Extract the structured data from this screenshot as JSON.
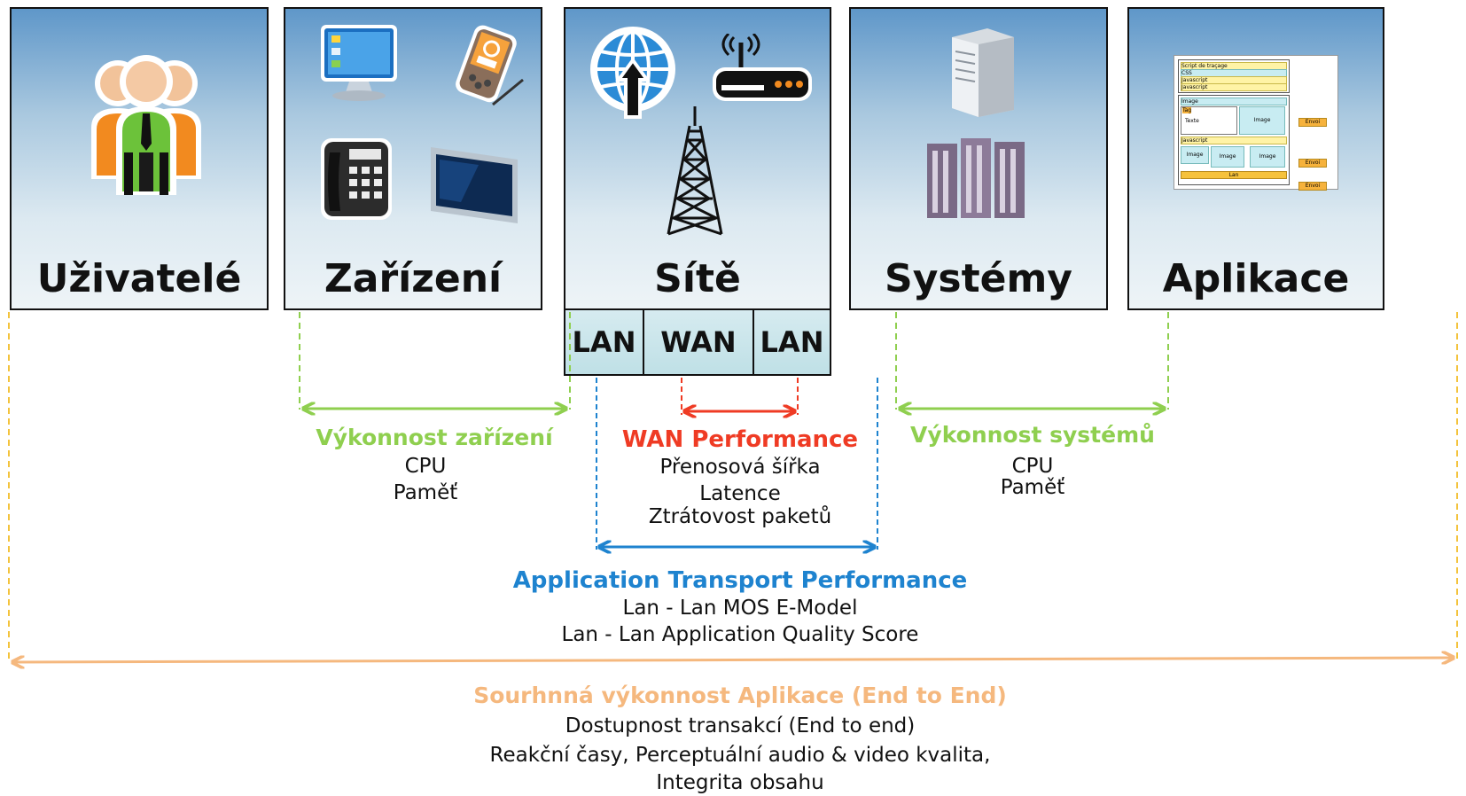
{
  "columns": {
    "users": {
      "label": "Uživatelé"
    },
    "devices": {
      "label": "Zařízení"
    },
    "networks": {
      "label": "Sítě",
      "segments": [
        "LAN",
        "WAN",
        "LAN"
      ]
    },
    "systems": {
      "label": "Systémy"
    },
    "applications": {
      "label": "Aplikace"
    }
  },
  "app_mockup": {
    "script_rows": [
      "Script de traçage",
      "CSS",
      "Javascript",
      "Javascript"
    ],
    "image_label": "Image",
    "text_label": "Texte",
    "javascript_label": "Javascript",
    "tag_label": "Tag",
    "lan_label": "Lan",
    "send_label": "Envoi"
  },
  "device_performance": {
    "title": "Výkonnost zařízení",
    "metrics": [
      "CPU",
      "Paměť"
    ]
  },
  "wan_performance": {
    "title": "WAN Performance",
    "metrics": [
      "Přenosová šířka",
      "Latence",
      "Ztrátovost paketů"
    ]
  },
  "system_performance": {
    "title": "Výkonnost systémů",
    "metrics": [
      "CPU",
      "Paměť"
    ]
  },
  "transport_performance": {
    "title": "Application Transport Performance",
    "metrics": [
      "Lan - Lan MOS E-Model",
      "Lan - Lan Application Quality Score"
    ]
  },
  "e2e_performance": {
    "title": "Sourhnná výkonnost Aplikace (End to End)",
    "metrics": [
      "Dostupnost transakcí (End to end)",
      "Reakční časy, Perceptuální audio & video kvalita,",
      "Integrita obsahu"
    ]
  },
  "colors": {
    "device": "#8fcf4f",
    "wan": "#ef3b24",
    "transport": "#1e83cf",
    "system": "#8fcf4f",
    "e2e": "#f5b87e",
    "e2e_dash": "#f3c33c"
  },
  "icons": [
    "users-icon",
    "monitor-icon",
    "pda-icon",
    "phone-icon",
    "tv-icon",
    "globe-upload-icon",
    "router-icon",
    "antenna-tower-icon",
    "server-icon",
    "server-rack-icon",
    "webpage-mockup-icon"
  ]
}
